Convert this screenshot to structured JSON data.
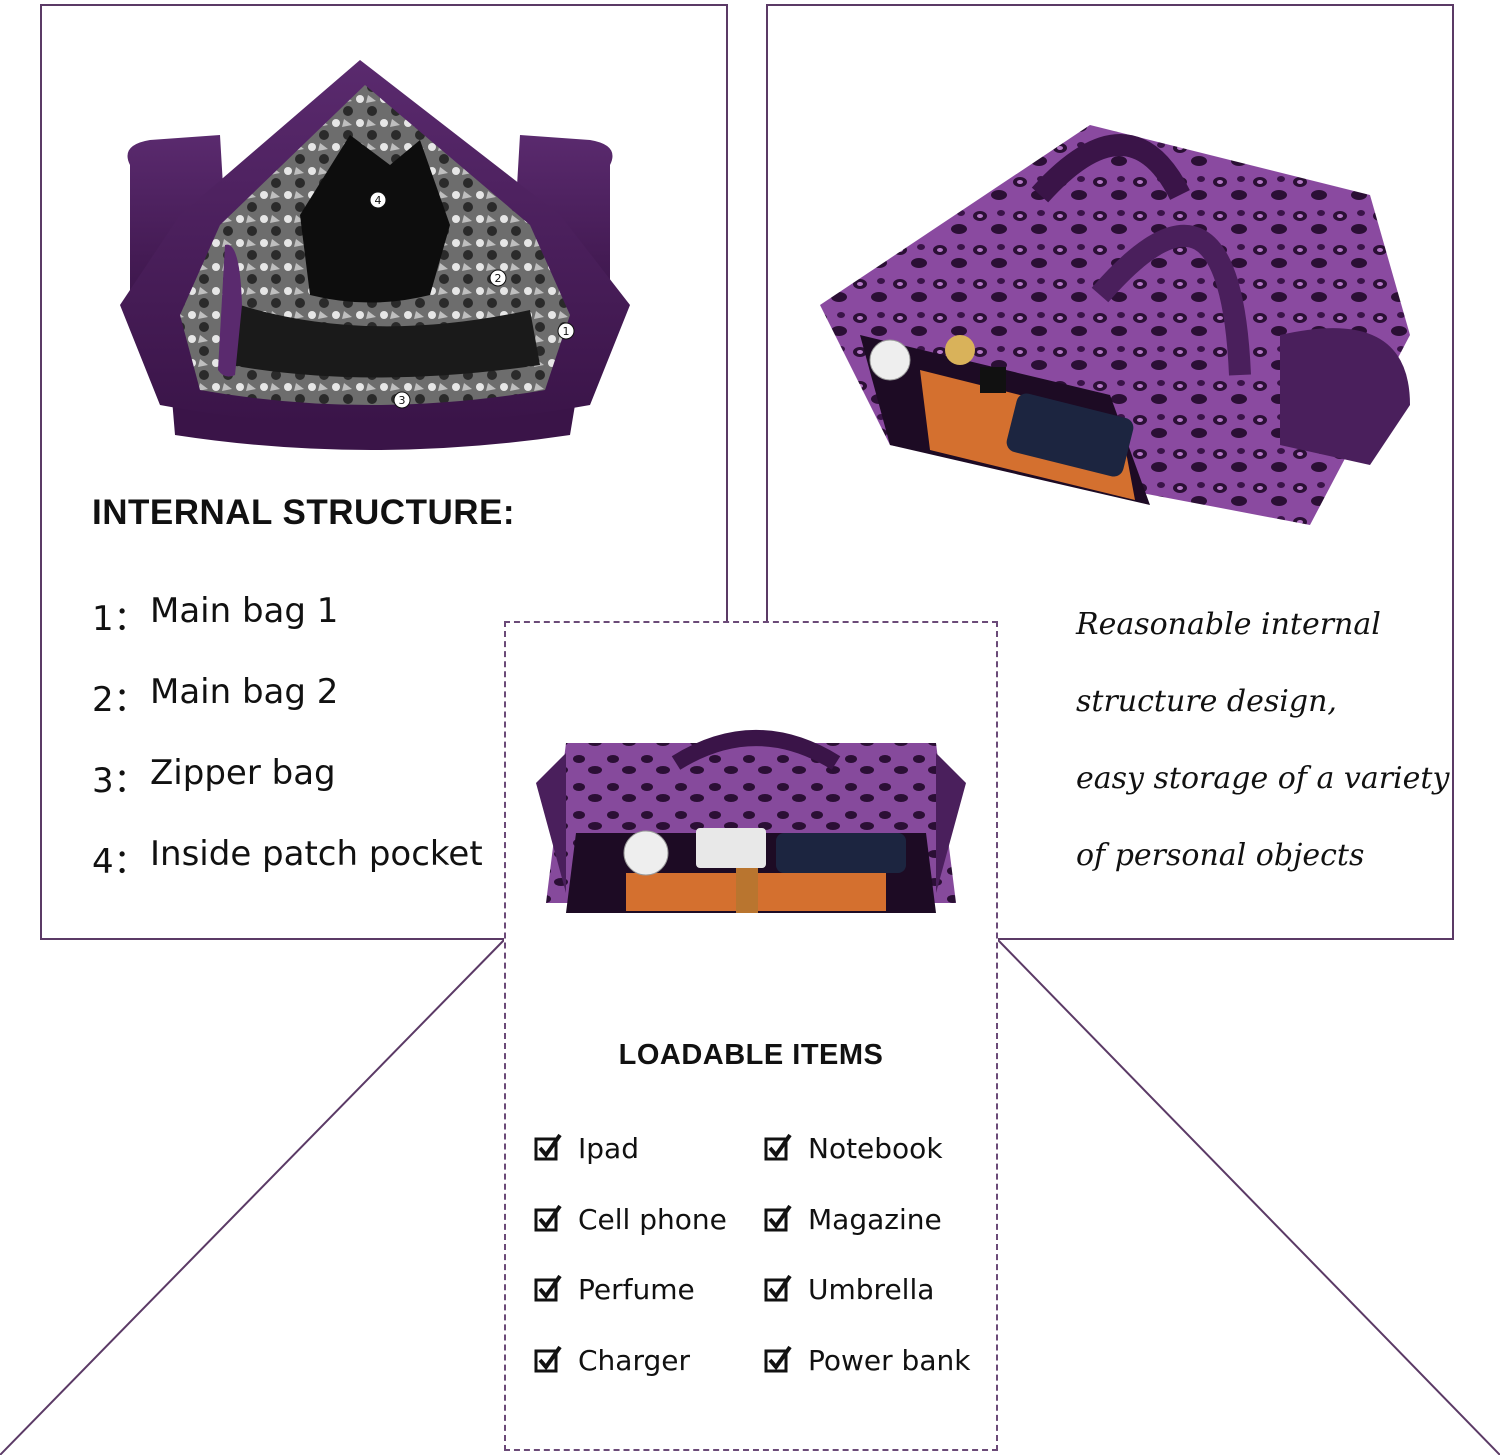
{
  "left_panel": {
    "heading": "INTERNAL STRUCTURE:",
    "items": [
      {
        "num": "1：",
        "label": "Main bag 1"
      },
      {
        "num": "2：",
        "label": "Main bag 2"
      },
      {
        "num": "3：",
        "label": "Zipper bag"
      },
      {
        "num": "4：",
        "label": "Inside patch pocket"
      }
    ],
    "photo_markers": [
      "4",
      "2",
      "1",
      "3"
    ]
  },
  "right_panel": {
    "description_lines": [
      "Reasonable internal",
      "structure design,",
      "easy storage of a variety",
      "of personal objects"
    ]
  },
  "center_panel": {
    "title": "LOADABLE ITEMS",
    "items_col1": [
      "Ipad",
      "Cell phone",
      "Perfume",
      "Charger"
    ],
    "items_col2": [
      "Notebook",
      "Magazine",
      "Umbrella",
      "Power bank"
    ]
  },
  "colors": {
    "frame": "#5b3a66",
    "bag_purple": "#4a1f5c",
    "leopard_purple": "#7b3f8f",
    "text": "#111111"
  }
}
